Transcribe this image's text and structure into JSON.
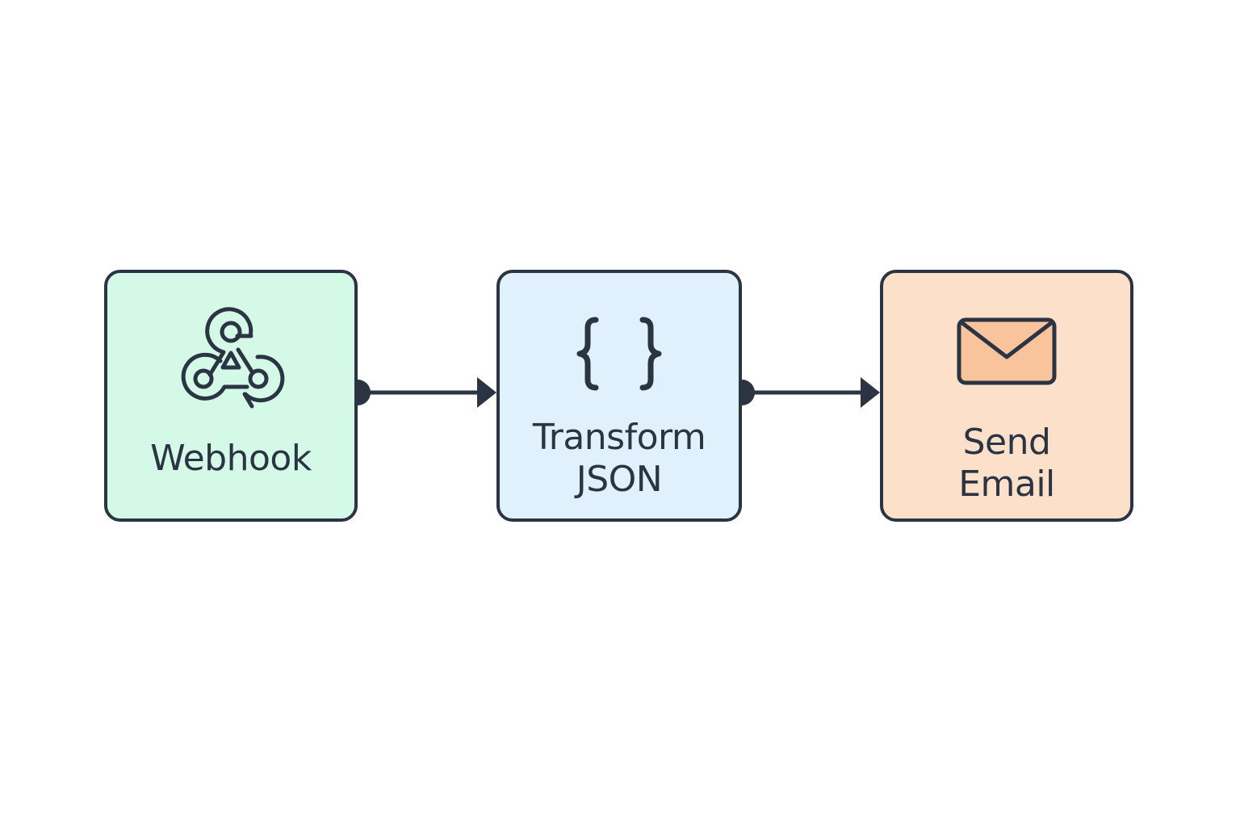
{
  "workflow": {
    "nodes": [
      {
        "id": "webhook",
        "label": "Webhook",
        "icon": "webhook-icon",
        "color": "#d5f9e7"
      },
      {
        "id": "transform",
        "label": "Transform\nJSON",
        "icon": "curly-braces-icon",
        "color": "#e1f0fd"
      },
      {
        "id": "email",
        "label": "Send\nEmail",
        "icon": "envelope-icon",
        "color": "#fde0c9"
      }
    ],
    "connections": [
      {
        "from": "webhook",
        "to": "transform"
      },
      {
        "from": "transform",
        "to": "email"
      }
    ],
    "colors": {
      "stroke": "#2a3443",
      "background": "#ffffff",
      "envelope_fill": "#f9c39b"
    }
  }
}
